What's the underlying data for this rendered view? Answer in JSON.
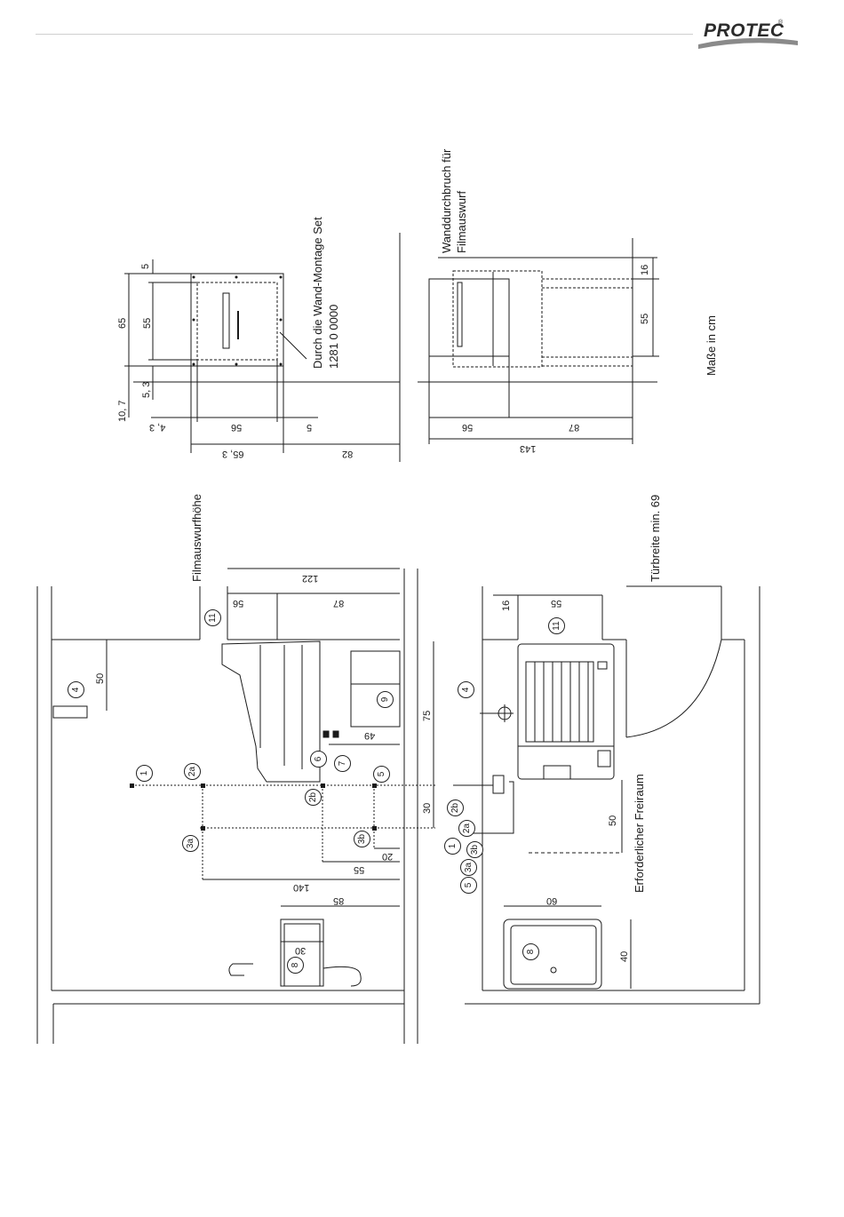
{
  "header": {
    "brand": "PROTEC",
    "registered_mark": "®"
  },
  "labels": {
    "wall_mount_set_line1": "Durch die Wand-Montage Set",
    "wall_mount_set_line2": "1281 0 0000",
    "wall_opening_line1": "Wanddurchbruch für",
    "wall_opening_line2": "Filmauswurf",
    "units": "Maße in cm",
    "film_output_height": "Filmauswurfhöhe",
    "door_width": "Türbreite min. 69",
    "free_space": "Erforderlicher Freiraum"
  },
  "dims": {
    "d5a": "5",
    "d55a": "55",
    "d65": "65",
    "d107": "10, 7",
    "d53": "5, 3",
    "d43": "4, 3",
    "d56a": "56",
    "d5b": "5",
    "d653": "65, 3",
    "d82": "82",
    "d16a": "16",
    "d55b": "55",
    "d56b": "56",
    "d87a": "87",
    "d143": "143",
    "d122": "122",
    "d56c": "56",
    "d87b": "87",
    "d50a": "50",
    "d75": "75",
    "d49": "49",
    "d30a": "30",
    "d20": "20",
    "d55c": "55",
    "d140": "140",
    "d85": "85",
    "d30b": "30",
    "d16b": "16",
    "d55d": "55",
    "d50b": "50",
    "d60": "60",
    "d40": "40"
  },
  "callouts": {
    "c1": "1",
    "c2a": "2a",
    "c2b": "2b",
    "c3a": "3a",
    "c3b": "3b",
    "c4": "4",
    "c5": "5",
    "c6": "6",
    "c7": "7",
    "c8": "8",
    "c9": "9",
    "c11": "11",
    "r4": "4",
    "r11": "11",
    "r8": "8",
    "r1": "1",
    "r2a": "2a",
    "r2b": "2b",
    "r5": "5",
    "r3a": "3a",
    "r3b": "3b"
  }
}
